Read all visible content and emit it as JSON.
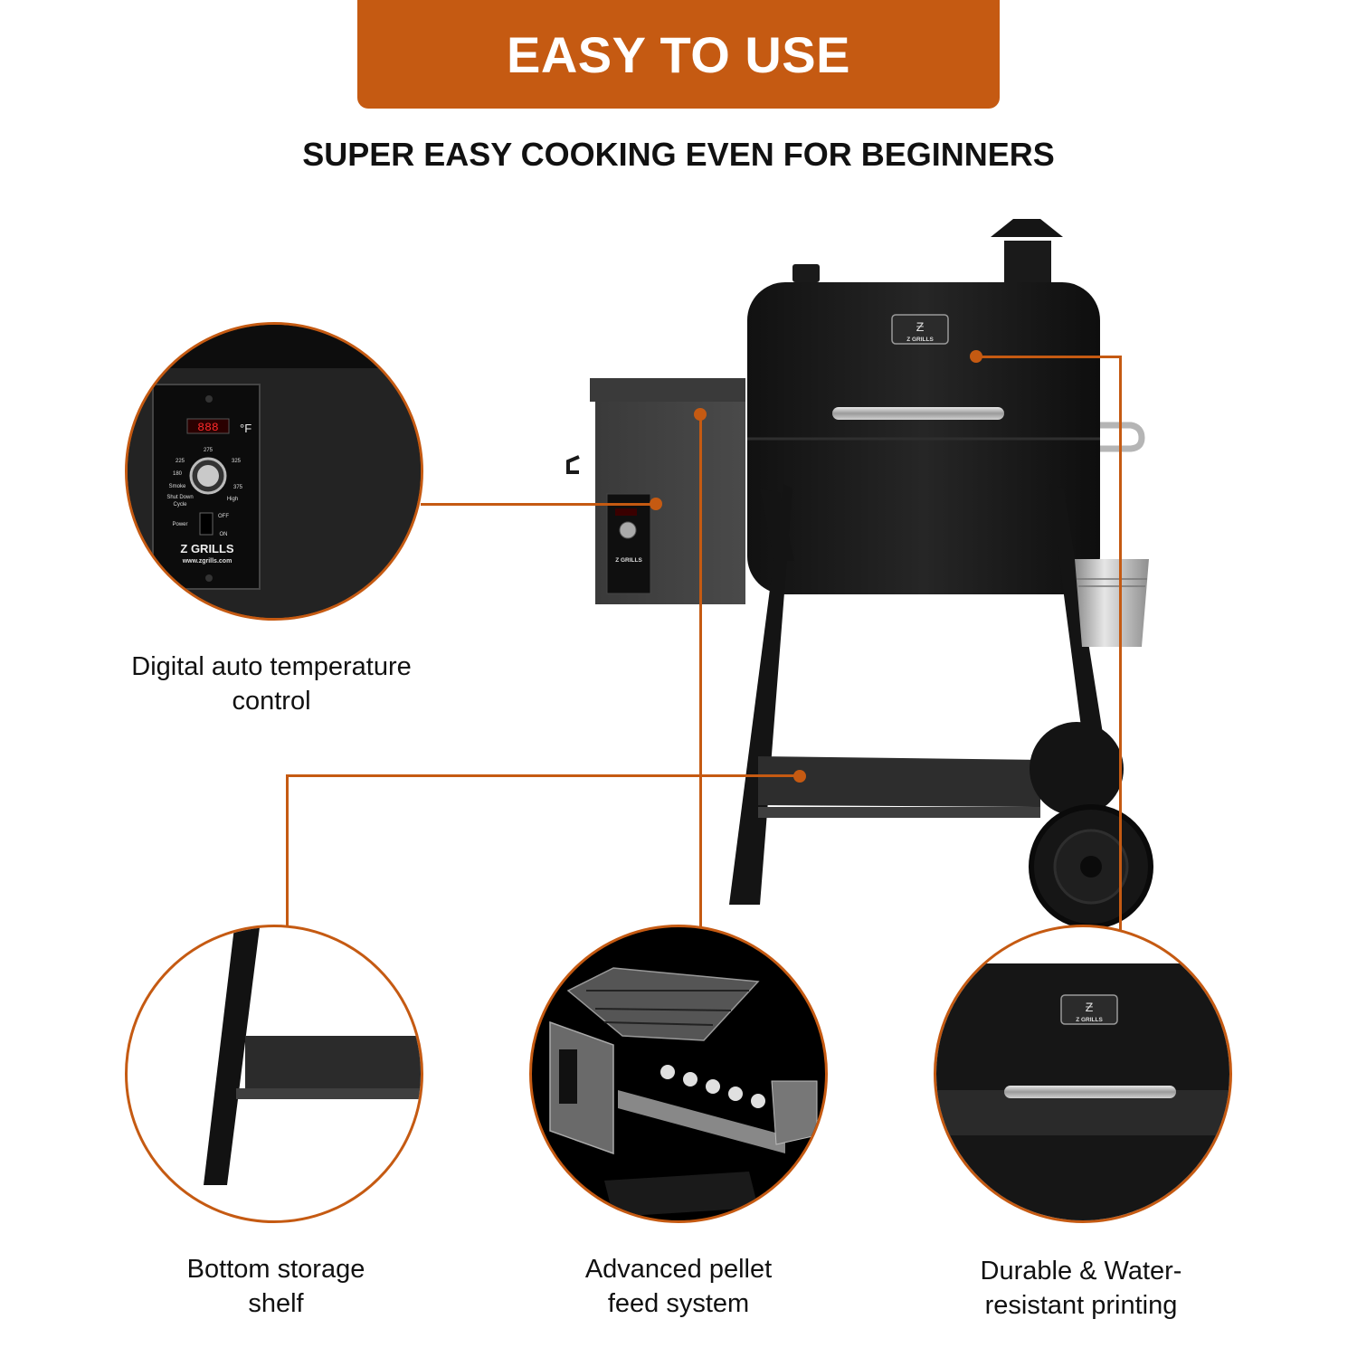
{
  "header": {
    "banner_title": "EASY TO USE",
    "subtitle": "SUPER EASY COOKING EVEN FOR BEGINNERS"
  },
  "colors": {
    "accent": "#c55a12",
    "text": "#111111",
    "background": "#ffffff",
    "grill_body": "#1c1c1c"
  },
  "grill": {
    "badge_brand": "Z GRILLS",
    "panel_brand": "Z GRILLS",
    "panel_url": "www.zgrills.com"
  },
  "control_panel": {
    "unit": "°F",
    "dial_labels": [
      "275",
      "225",
      "325",
      "180",
      "Smoke",
      "375",
      "High"
    ],
    "shutdown_label_1": "Shut Down",
    "shutdown_label_2": "Cycle",
    "power_label": "Power",
    "off_label": "OFF",
    "on_label": "ON",
    "brand": "Z GRILLS",
    "url": "www.zgrills.com"
  },
  "features": [
    {
      "id": "temperature-control",
      "line1": "Digital auto temperature",
      "line2": "control"
    },
    {
      "id": "storage-shelf",
      "line1": "Bottom storage",
      "line2": "shelf"
    },
    {
      "id": "pellet-feed",
      "line1": "Advanced pellet",
      "line2": "feed system"
    },
    {
      "id": "water-resistant",
      "line1": "Durable & Water-",
      "line2": "resistant printing"
    }
  ],
  "detail_badge": {
    "brand": "Z GRILLS"
  }
}
